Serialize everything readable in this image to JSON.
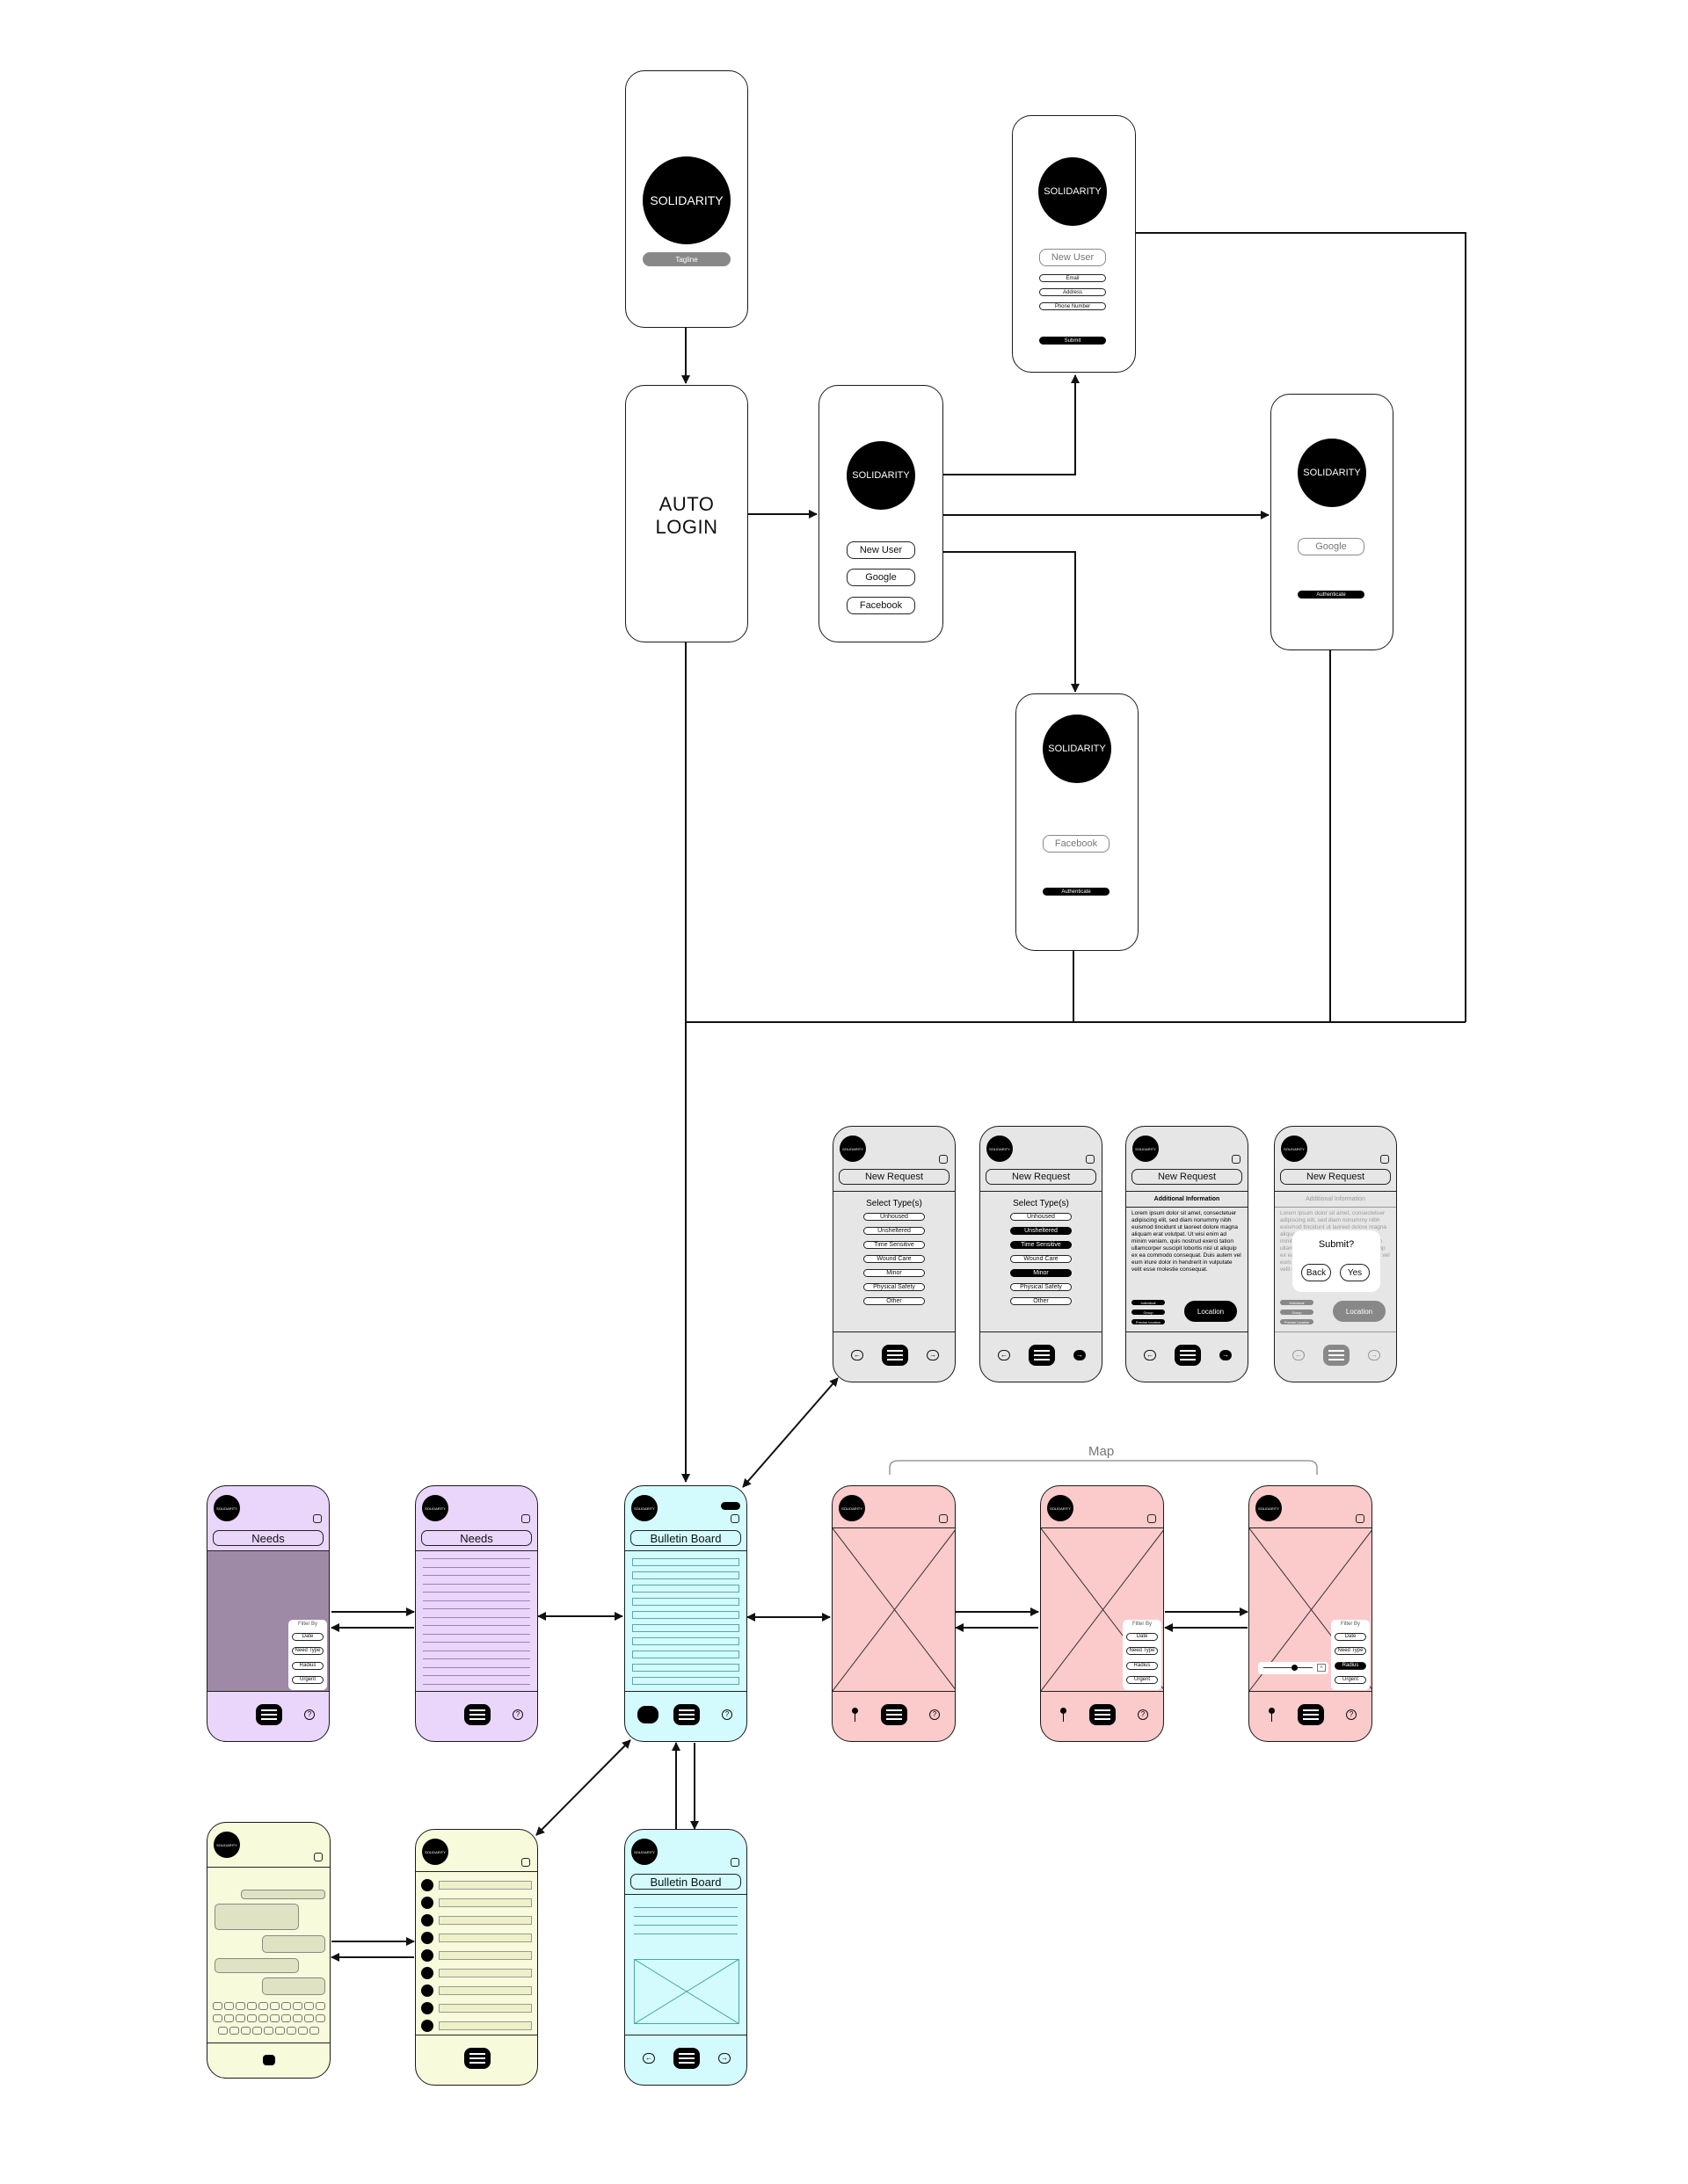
{
  "colors": {
    "needs": "#ead5fb",
    "needs_list_dark": "#9e8aa6",
    "bulletin": "#d3fbfd",
    "map": "#fbcaca",
    "messages": "#f7fadb",
    "request_gray": "#e6e6e6"
  },
  "splash": {
    "logo": "SOLIDARITY",
    "tagline": "Tagline"
  },
  "auto_login": {
    "line1": "AUTO",
    "line2": "LOGIN"
  },
  "login_options": {
    "logo": "SOLIDARITY",
    "new_user": "New User",
    "google": "Google",
    "facebook": "Facebook"
  },
  "new_user_screen": {
    "logo": "SOLIDARITY",
    "title": "New User",
    "email": "Email",
    "address": "Address",
    "phone": "Phone Number",
    "submit": "Submit"
  },
  "google_screen": {
    "logo": "SOLIDARITY",
    "title": "Google",
    "authenticate": "Authenticate"
  },
  "facebook_screen": {
    "logo": "SOLIDARITY",
    "title": "Facebook",
    "authenticate": "Authenticate"
  },
  "mini_logo": "SOLIDARITY",
  "new_request": {
    "title": "New Request",
    "select_types": "Select Type(s)",
    "types": [
      "Unhoused",
      "Unsheltered",
      "Time Sensitive",
      "Wound Care",
      "Minor",
      "Physical Safety",
      "Other"
    ],
    "additional_info": "Additional Information",
    "lorem": "Lorem ipsum dolor sit amet, consectetuer adipiscing elit, sed diam nonummy nibh euismod tincidunt ut laoreet dolore magna aliquam erat volutpat. Ut wisi enim ad minim veniam, quis nostrud exerci tation ullamcorper suscipit lobortis nisl ut aliquip ex ea commodo consequat. Duis autem vel eum iriure dolor in hendrerit in vulputate velit esse molestie consequat.",
    "small_tags": [
      "Individual",
      "Group",
      "Precise location"
    ],
    "location": "Location",
    "submit_q": "Submit?",
    "back": "Back",
    "yes": "Yes"
  },
  "needs": {
    "title": "Needs"
  },
  "bulletin": {
    "title": "Bulletin Board"
  },
  "filter": {
    "header": "Filter By",
    "options": [
      "Date",
      "Need Type",
      "Radius",
      "Urgent"
    ]
  },
  "map_caption": "Map"
}
